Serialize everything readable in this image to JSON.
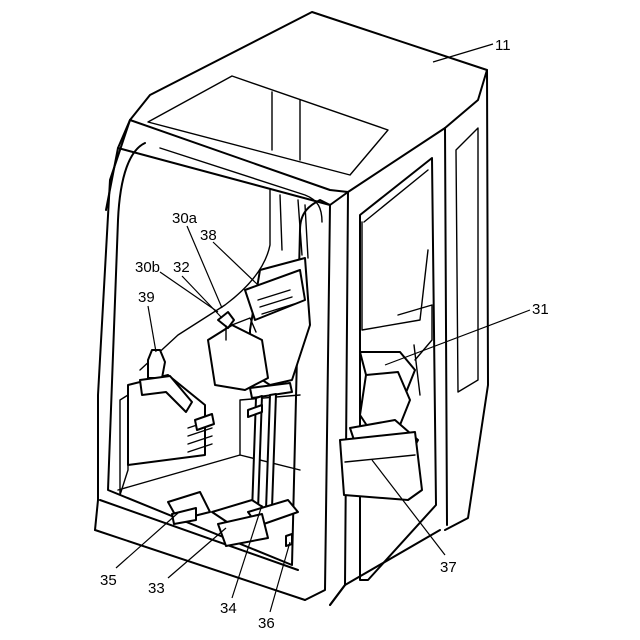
{
  "figure": {
    "refs": {
      "cab": "11",
      "console_a": "30a",
      "console_b": "30b",
      "seat": "31",
      "lever_small": "32",
      "pedal_left": "33",
      "travel_lever": "34",
      "floor_pedal": "35",
      "floor_switch": "36",
      "seat_base": "37",
      "monitor": "38",
      "left_lever": "39"
    }
  }
}
